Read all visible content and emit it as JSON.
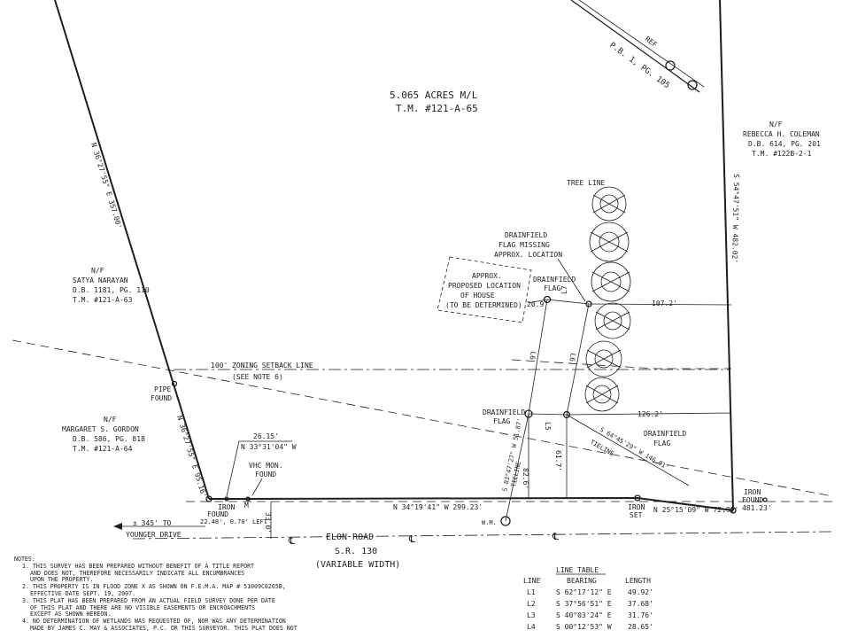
{
  "parcel": {
    "acreage": "5.065 ACRES M/L",
    "tax_map": "T.M. #121-A-65"
  },
  "reference": {
    "ref": "REF",
    "plat_book": "P.B. 1, PG. 105"
  },
  "neighbors": {
    "coleman": {
      "nf": "N/F",
      "name": "REBECCA H. COLEMAN",
      "deed": "D.B. 614, PG. 201",
      "tm": "T.M. #122B-2-1"
    },
    "narayan": {
      "nf": "N/F",
      "name": "SATYA NARAYAN",
      "deed": "D.B. 1181, PG. 110",
      "tm": "T.M. #121-A-63"
    },
    "gordon": {
      "nf": "N/F",
      "name": "MARGARET S. GORDON",
      "deed": "D.B. 586, PG. 818",
      "tm": "T.M. #121-A-64"
    }
  },
  "bearings": {
    "west_upper": "N 36°27'55\" E 357.00'",
    "west_lower": "N 36°27'55\" E 95.16'",
    "east": "S 54°47'51\" W 482.02'",
    "south_main": "N 34°19'41\" W 299.23'",
    "south_east": "N 25°15'09\" W 72.92'",
    "tie_left": "S 83°47'27\" W 51.87'",
    "tie_left_word": "TIELINE",
    "tie_right": "S 64°45'29\" W 146.91'",
    "tie_right_word": "TIELINE",
    "tie_mon": "26.15'",
    "tie_mon_bearing": "N 33°31'04\" W",
    "east_dist": "481.23'"
  },
  "labels": {
    "tree_line": "TREE LINE",
    "dfm1": "DRAINFIELD",
    "dfm2": "FLAG MISSING",
    "dfm3": "APPROX. LOCATION",
    "df_top1": "DRAINFIELD",
    "df_top2": "FLAG",
    "df_left1": "DRAINFIELD",
    "df_left2": "FLAG",
    "df_right1": "DRAINFIELD",
    "df_right2": "FLAG",
    "house1": "APPROX.",
    "house2": "PROPOSED LOCATION",
    "house3": "OF HOUSE",
    "house4": "(TO BE DETERMINED)",
    "setback1": "100' ZONING SETBACK LINE",
    "setback2": "(SEE NOTE 6)",
    "pipe1": "PIPE",
    "pipe2": "FOUND",
    "iron_l1": "IRON",
    "iron_l2": "FOUND",
    "iron_l3": "22.48', 0.70' LEFT",
    "iron_mid1": "IRON",
    "iron_mid2": "SET",
    "iron_r1": "IRON",
    "iron_r2": "FOUND",
    "vhc1": "VHC MON.",
    "vhc2": "FOUND",
    "mon_m": "M",
    "wm": "W.M.",
    "road_name": "ELON ROAD",
    "road_sr": "S.R. 130",
    "road_width": "(VARIABLE WIDTH)",
    "cl": "℄",
    "younger1": "± 345' TO",
    "younger2": "YOUNGER DRIVE",
    "dist_33": "33.0'"
  },
  "dims": {
    "d1072": "107.2'",
    "d1262": "126.2'",
    "d209": "20.9'",
    "d617": "61.7'",
    "d826": "82.6'",
    "L5": "L5",
    "L6a": "L6",
    "L6b": "L6",
    "L7": "L7"
  },
  "line_table": {
    "title": "LINE TABLE",
    "headers": [
      "LINE",
      "BEARING",
      "LENGTH"
    ],
    "rows": [
      [
        "L1",
        "S 62°17'12\" E",
        "49.92'"
      ],
      [
        "L2",
        "S 37°56'51\" E",
        "37.68'"
      ],
      [
        "L3",
        "S 40°03'24\" E",
        "31.76'"
      ],
      [
        "L4",
        "S 00°12'53\" W",
        "28.65'"
      ]
    ]
  },
  "notes": {
    "title": "NOTES:",
    "items": [
      [
        "1. THIS SURVEY HAS BEEN PREPARED WITHOUT BENEFIT OF A TITLE REPORT",
        "AND DOES NOT, THEREFORE NECESSARILY INDICATE ALL ENCUMBRANCES",
        "UPON THE PROPERTY."
      ],
      [
        "2. THIS PROPERTY IS IN FLOOD ZONE X AS SHOWN ON F.E.M.A. MAP # 51009C0265B,",
        "EFFECTIVE DATE SEPT. 19, 2007."
      ],
      [
        "3. THIS PLAT HAS BEEN PREPARED FROM AN ACTUAL FIELD SURVEY DONE PER DATE",
        "OF THIS PLAT AND THERE ARE NO VISIBLE EASEMENTS OR ENCROACHMENTS",
        "EXCEPT AS SHOWN HEREON."
      ],
      [
        "4. NO DETERMINATION OF WETLANDS WAS REQUESTED OF, NOR WAS ANY DETERMINATION",
        "MADE BY JAMES C. MAY & ASSOCIATES, P.C. OR THIS SURVEYOR. THIS PLAT DOES NOT"
      ]
    ]
  }
}
